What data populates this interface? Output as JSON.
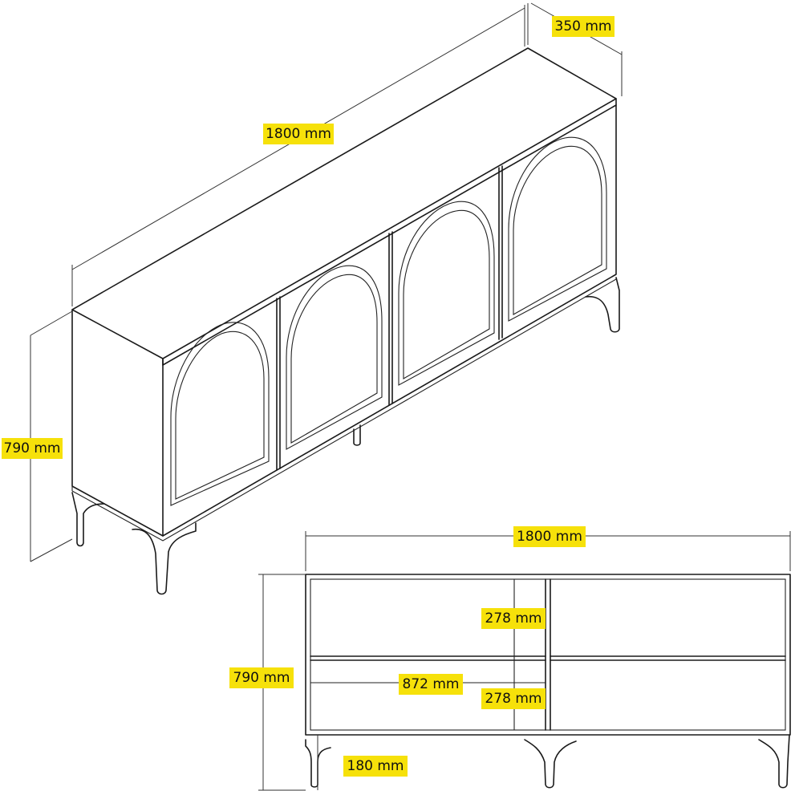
{
  "colors": {
    "label_highlight": "#f6e10a",
    "line": "#1a1a1a",
    "background": "#ffffff"
  },
  "dimensions": {
    "iso_depth": "350 mm",
    "iso_width": "1800 mm",
    "iso_height": "790 mm",
    "front_width": "1800 mm",
    "front_height": "790 mm",
    "shelf_height_top": "278 mm",
    "compartment_width": "872 mm",
    "shelf_height_bottom": "278 mm",
    "leg_height": "180 mm"
  }
}
